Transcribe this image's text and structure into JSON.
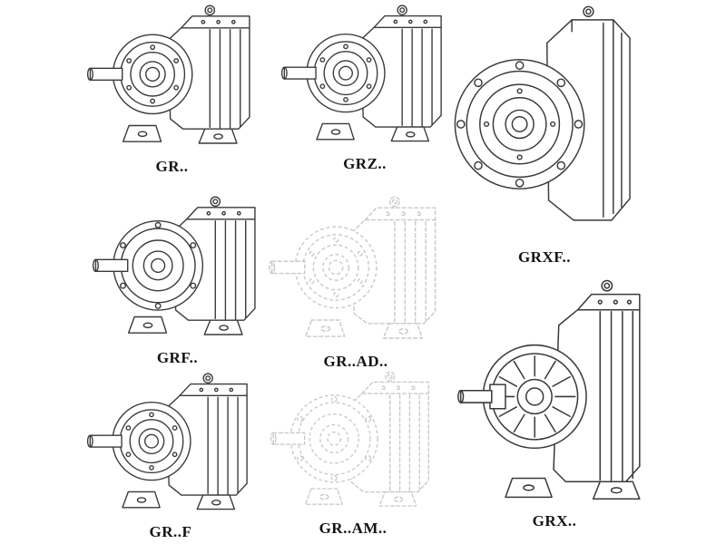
{
  "colors": {
    "line": "#3a3a3a",
    "phantom": "#c9c9c9",
    "label": "#141414",
    "bg": "#ffffff"
  },
  "figures": [
    {
      "id": "gr",
      "label": "GR..",
      "drawing": "helical-foot-reducer",
      "style": "solid"
    },
    {
      "id": "grz",
      "label": "GRZ..",
      "drawing": "helical-foot-reducer",
      "style": "solid"
    },
    {
      "id": "grxf",
      "label": "GRXF..",
      "drawing": "large-flange-reducer",
      "style": "solid"
    },
    {
      "id": "grf",
      "label": "GRF..",
      "drawing": "flange-input-reducer",
      "style": "solid"
    },
    {
      "id": "grad",
      "label": "GR..AD..",
      "drawing": "helical-foot-reducer",
      "style": "phantom"
    },
    {
      "id": "grx",
      "label": "GRX..",
      "drawing": "large-foot-reducer",
      "style": "solid"
    },
    {
      "id": "grff",
      "label": "GR..F",
      "drawing": "helical-foot-reducer",
      "style": "solid"
    },
    {
      "id": "gram",
      "label": "GR..AM..",
      "drawing": "flange-input-reducer",
      "style": "phantom"
    }
  ]
}
